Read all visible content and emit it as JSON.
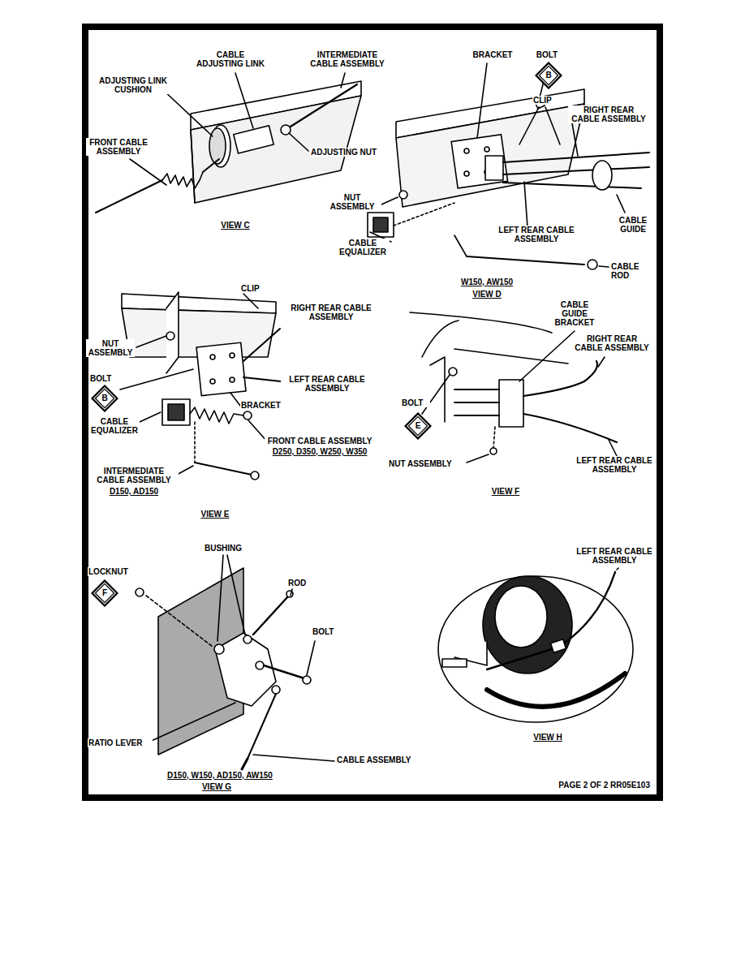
{
  "diagram": {
    "nodes": [
      {
        "text": [
          "B"
        ]
      },
      {
        "text": [
          "B"
        ]
      },
      {
        "text": [
          "E"
        ]
      },
      {
        "text": [
          "F"
        ]
      }
    ],
    "labels": [
      "CABLE ADJUSTING LINK",
      "INTERMEDIATE CABLE ASSEMBLY",
      "ADJUSTING LINK CUSHION",
      "FRONT CABLE ASSEMBLY",
      "ADJUSTING NUT",
      "VIEW C",
      "BRACKET",
      "BOLT",
      "CLIP",
      "RIGHT REAR CABLE ASSEMBLY",
      "NUT ASSEMBLY",
      "CABLE EQUALIZER",
      "LEFT REAR CABLE ASSEMBLY",
      "CABLE GUIDE",
      "CABLE ROD",
      "W150, AW150",
      "VIEW D",
      "CLIP",
      "RIGHT REAR CABLE ASSEMBLY",
      "NUT ASSEMBLY",
      "BOLT",
      "LEFT REAR CABLE ASSEMBLY",
      "BRACKET",
      "CABLE EQUALIZER",
      "FRONT CABLE ASSEMBLY",
      "D250, D350, W250, W350",
      "INTERMEDIATE CABLE ASSEMBLY",
      "D150, AD150",
      "VIEW E",
      "CABLE GUIDE BRACKET",
      "RIGHT REAR CABLE ASSEMBLY",
      "BOLT",
      "NUT ASSEMBLY",
      "LEFT REAR CABLE ASSEMBLY",
      "VIEW F",
      "BUSHING",
      "LOCKNUT",
      "ROD",
      "BOLT",
      "RATIO LEVER",
      "CABLE ASSEMBLY",
      "D150, W150, AD150, AW150",
      "VIEW G",
      "LEFT REAR CABLE ASSEMBLY",
      "VIEW H",
      "PAGE 2 OF 2 RR05E103"
    ]
  }
}
